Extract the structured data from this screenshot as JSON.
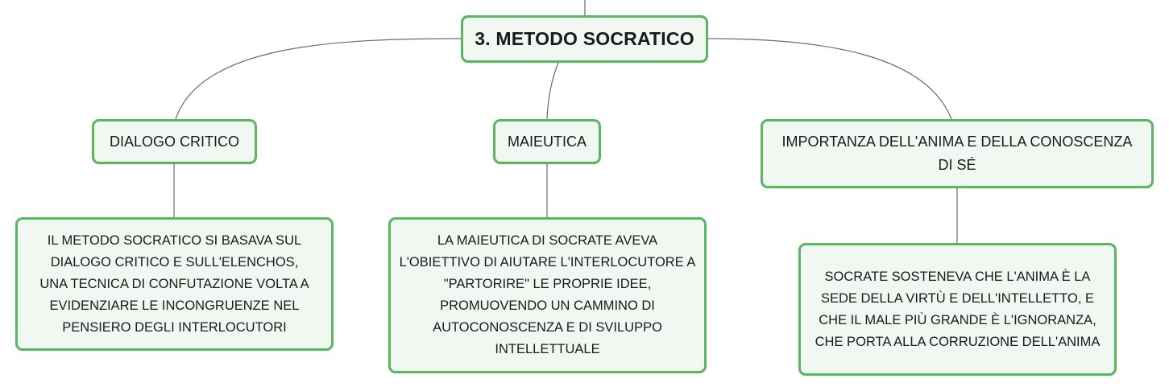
{
  "colors": {
    "node_border": "#5cb563",
    "node_fill": "#f1f8f1",
    "connector": "#6b6b6b",
    "text": "#1a1a1a"
  },
  "root": {
    "label": "3. METODO SOCRATICO"
  },
  "branches": [
    {
      "topic": "DIALOGO CRITICO",
      "detail": "IL METODO SOCRATICO SI BASAVA SUL DIALOGO CRITICO E SULL'ELENCHOS, UNA TECNICA DI CONFUTAZIONE VOLTA A EVIDENZIARE LE INCONGRUENZE NEL PENSIERO DEGLI INTERLOCUTORI"
    },
    {
      "topic": "MAIEUTICA",
      "detail": "LA MAIEUTICA DI SOCRATE AVEVA L'OBIETTIVO DI AIUTARE L'INTERLOCUTORE A \"PARTORIRE\" LE PROPRIE IDEE, PROMUOVENDO UN CAMMINO DI AUTOCONOSCENZA E DI SVILUPPO INTELLETTUALE"
    },
    {
      "topic": "IMPORTANZA DELL'ANIMA E DELLA CONOSCENZA DI SÉ",
      "detail": "SOCRATE SOSTENEVA CHE L'ANIMA È LA SEDE DELLA VIRTÙ E DELL'INTELLETTO, E CHE IL MALE PIÙ GRANDE È L'IGNORANZA, CHE PORTA ALLA CORRUZIONE DELL'ANIMA"
    }
  ]
}
